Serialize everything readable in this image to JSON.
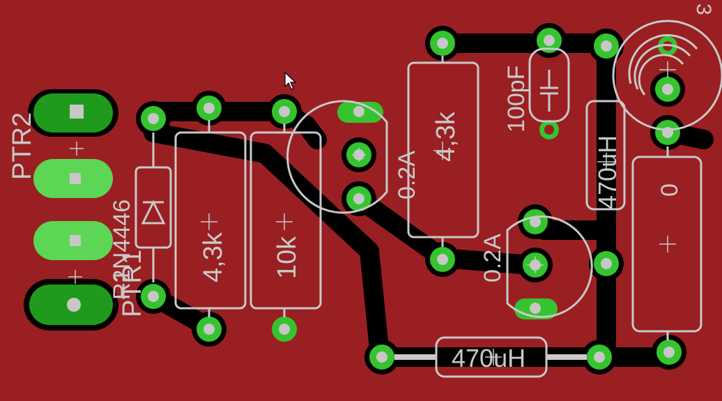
{
  "colors": {
    "board": "#9a1f22",
    "trace": "#000000",
    "pad": "#35c42f",
    "pad_dark": "#1f9a1c",
    "pad_light": "#5dd656",
    "drill": "#c7c7c7",
    "silk": "#c9c9c9"
  },
  "labels": {
    "ptr2": "PTR2",
    "ptr1": "PTR1",
    "d1": "1N4446",
    "r2": "R2",
    "r_4k3_left": "4,3k",
    "r_10k": "10k",
    "fuse_top": "0.2A",
    "r_4k3_top": "4,3k",
    "c_100pf": "100pF",
    "l_470_vert": "470uH",
    "fuse_mid": "0.2A",
    "l_470_bottom": "470uH",
    "cap_right": "0",
    "corner_digit": "3"
  }
}
